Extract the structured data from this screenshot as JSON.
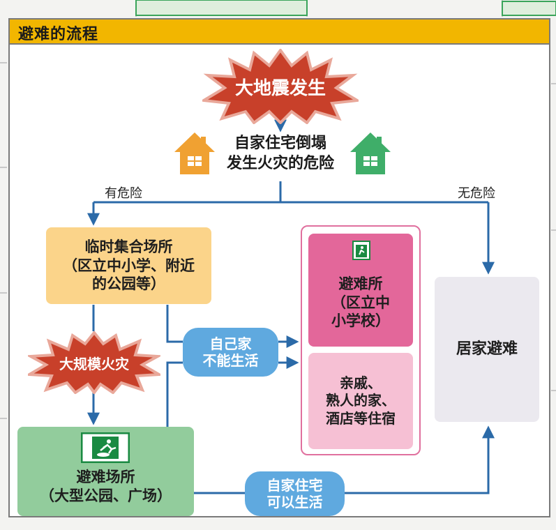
{
  "header": {
    "title": "避难的流程"
  },
  "earthquake": {
    "label": "大地震发生"
  },
  "house": {
    "text": "自家住宅倒塌\n发生火灾的危险"
  },
  "branch": {
    "danger": "有危险",
    "no_danger": "无危险"
  },
  "temporary": {
    "text": "临时集合场所\n（区立中小学、附近\n的公园等）"
  },
  "fire": {
    "label": "大规模火灾"
  },
  "evac_area": {
    "text": "避难场所\n（大型公园、广场）"
  },
  "home_unlivable": {
    "text": "自己家\n不能生活"
  },
  "home_livable": {
    "text": "自家住宅\n可以生活"
  },
  "shelter": {
    "text": "避难所\n（区立中\n小学校）"
  },
  "relatives": {
    "text": "亲戚、\n熟人的家、\n酒店等住宿"
  },
  "stay_home": {
    "text": "居家避难"
  },
  "colors": {
    "header": "#f2b600",
    "burst": "#c8402a",
    "burst_edge": "#e9a89a",
    "orange_box": "#fbd48a",
    "green_box": "#92cc9c",
    "pink_box": "#e3679a",
    "light_pink_box": "#f6c0d4",
    "gray_box": "#ebe9ef",
    "blue_pill": "#5fa9df",
    "arrow": "#2b6aa8",
    "house_orange": "#f0a132",
    "house_green": "#3fae69"
  },
  "icons": [
    "house-orange-icon",
    "house-green-icon",
    "shelter-exit-icon",
    "evacuation-area-icon"
  ]
}
